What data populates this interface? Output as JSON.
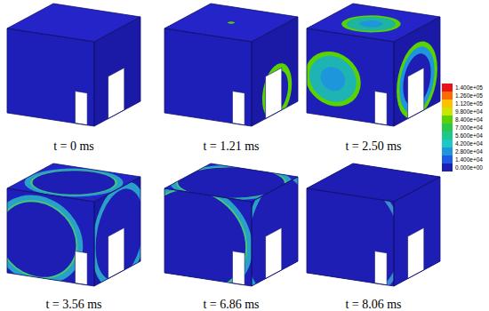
{
  "diagram": {
    "labels": [
      "t = 0 ms",
      "t = 1.21 ms",
      "t = 2.50 ms",
      "t = 3.56 ms",
      "t = 6.86 ms",
      "t = 8.06 ms"
    ],
    "legend": [
      {
        "text": "1.400e+05",
        "color": "#e8141a"
      },
      {
        "text": "1.260e+05",
        "color": "#ff6a00"
      },
      {
        "text": "1.120e+05",
        "color": "#ffc000"
      },
      {
        "text": "9.800e+04",
        "color": "#c8e600"
      },
      {
        "text": "8.400e+04",
        "color": "#5ad200"
      },
      {
        "text": "7.000e+04",
        "color": "#28c84a"
      },
      {
        "text": "5.600e+04",
        "color": "#1ec88c"
      },
      {
        "text": "4.200e+04",
        "color": "#1ec8c8"
      },
      {
        "text": "2.800e+04",
        "color": "#1e96dc"
      },
      {
        "text": "1.400e+04",
        "color": "#1e5ae6"
      },
      {
        "text": "0.000e+00",
        "color": "#1e1eb4"
      }
    ]
  }
}
